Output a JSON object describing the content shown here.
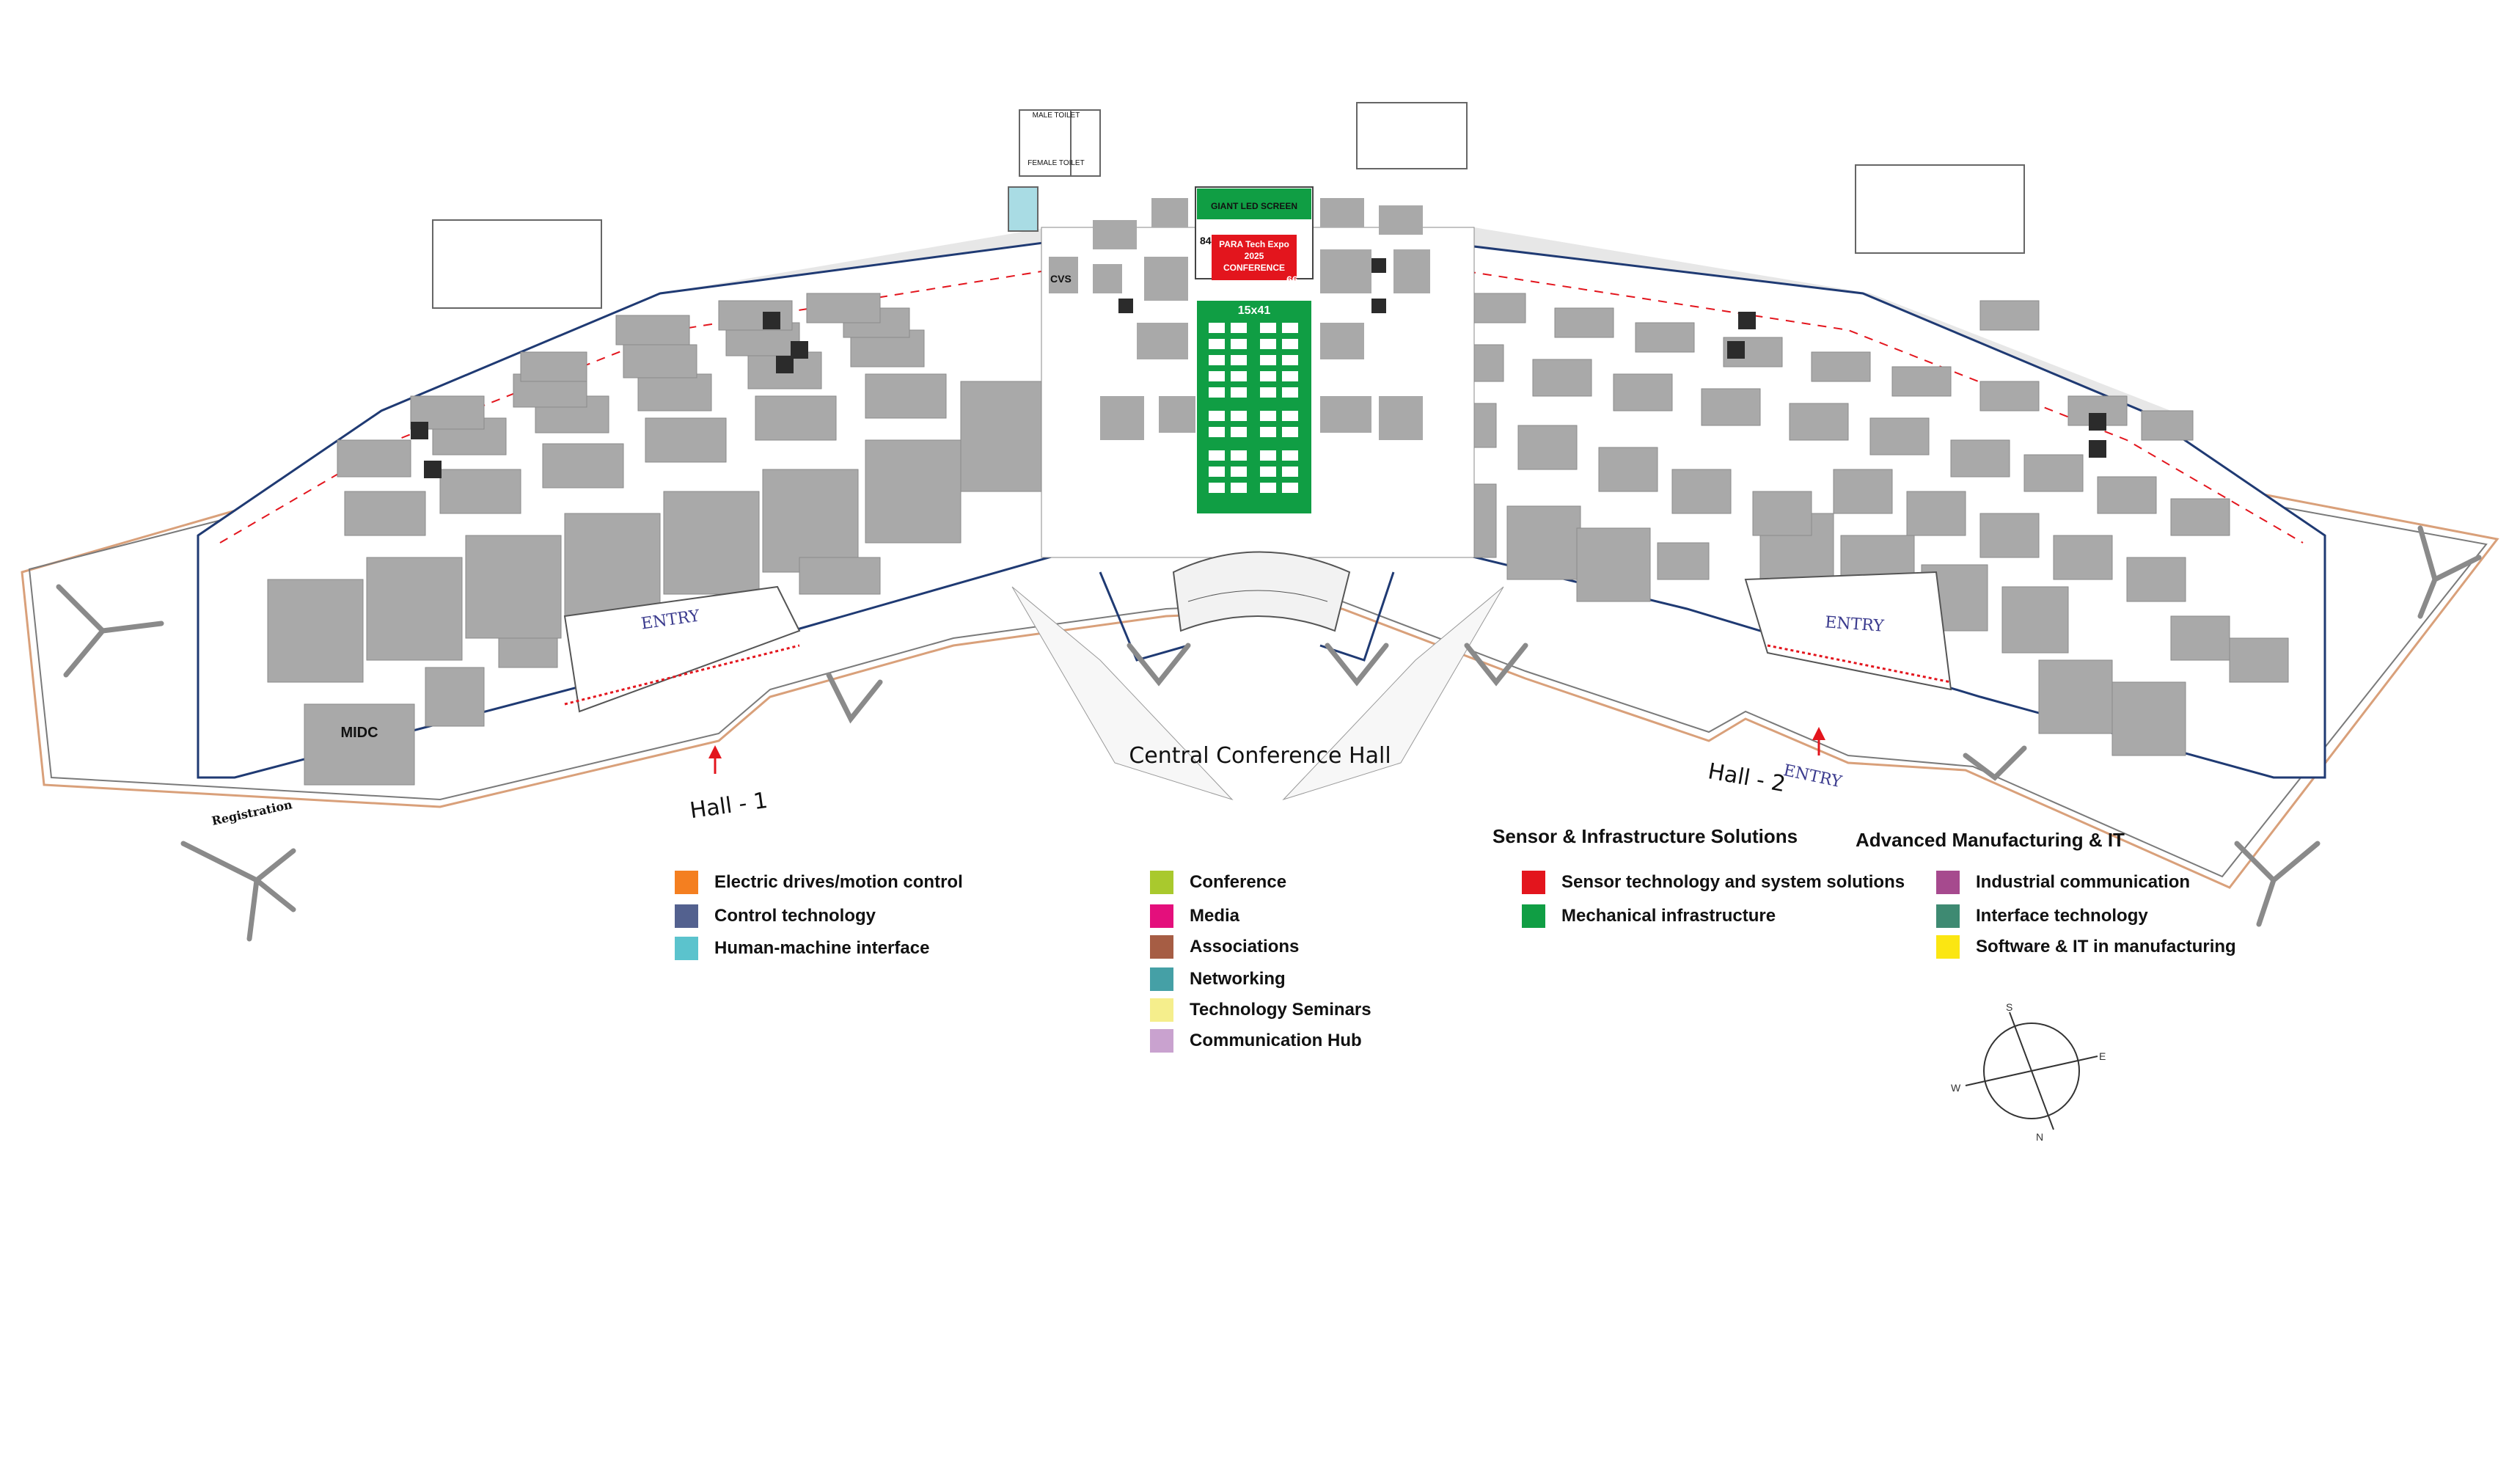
{
  "map": {
    "halls": {
      "hall1": "Hall - 1",
      "hall2": "Hall - 2",
      "central": "Central Conference Hall"
    },
    "entries": {
      "hall1": "ENTRY",
      "hall2": "ENTRY",
      "bottom_right": "ENTRY"
    },
    "registration": "Registration",
    "midc": "MIDC",
    "cvs": "CVS",
    "stage": {
      "screen": "GIANT LED SCREEN",
      "expo_line1": "PARA Tech Expo",
      "expo_line2": "2025",
      "expo_line3": "CONFERENCE",
      "width_number": "84",
      "height_number": "66",
      "seating_dims": "15x41"
    },
    "toilets": {
      "male": "MALE TOILET",
      "female": "FEMALE TOILET"
    },
    "compass": {
      "n": "N",
      "s": "S",
      "e": "E",
      "w": "W"
    }
  },
  "legend": {
    "groups": [
      {
        "heading": "",
        "items": [
          {
            "label": "Electric drives/motion control",
            "color": "#f47f20"
          },
          {
            "label": "Control technology",
            "color": "#53618f"
          },
          {
            "label": "Human-machine interface",
            "color": "#5bc3cd"
          }
        ]
      },
      {
        "heading": "",
        "items": [
          {
            "label": "Conference",
            "color": "#a9c92d"
          },
          {
            "label": "Media",
            "color": "#e40f7c"
          },
          {
            "label": "Associations",
            "color": "#a65d44"
          },
          {
            "label": "Networking",
            "color": "#45a0a6"
          },
          {
            "label": "Technology Seminars",
            "color": "#f5ee8c"
          },
          {
            "label": "Communication Hub",
            "color": "#c9a2cf"
          }
        ]
      },
      {
        "heading": "Sensor & Infrastructure Solutions",
        "items": [
          {
            "label": "Sensor technology and system solutions",
            "color": "#e3151d"
          },
          {
            "label": "Mechanical infrastructure",
            "color": "#109e44"
          }
        ]
      },
      {
        "heading": "Advanced Manufacturing & IT",
        "items": [
          {
            "label": "Industrial communication",
            "color": "#a64a8e"
          },
          {
            "label": "Interface technology",
            "color": "#3e8a72"
          },
          {
            "label": "Software & IT in manufacturing",
            "color": "#fbe612"
          }
        ]
      }
    ]
  }
}
